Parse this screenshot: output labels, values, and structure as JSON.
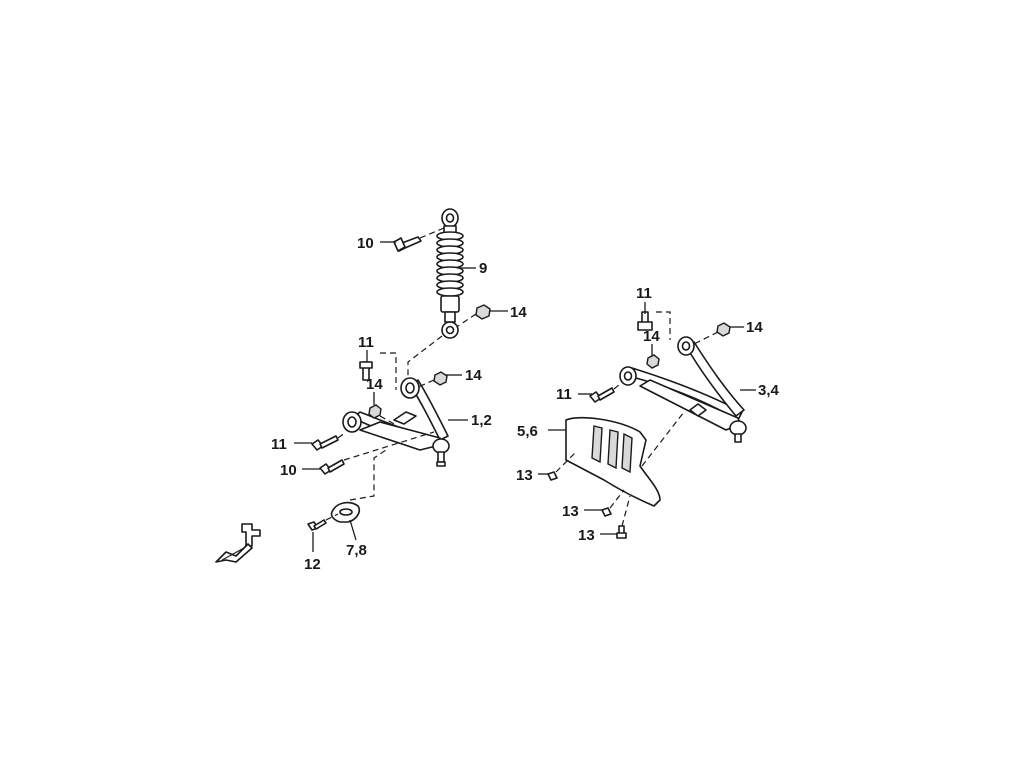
{
  "diagram": {
    "callouts": {
      "c1_2": "1,2",
      "c3_4": "3,4",
      "c5_6": "5,6",
      "c7_8": "7,8",
      "c9": "9",
      "c10a": "10",
      "c10b": "10",
      "c11a": "11",
      "c11b": "11",
      "c11c": "11",
      "c11d": "11",
      "c12": "12",
      "c13a": "13",
      "c13b": "13",
      "c13c": "13",
      "c14a": "14",
      "c14b": "14",
      "c14c": "14",
      "c14d": "14",
      "c14e": "14"
    },
    "icons": {
      "front_arrow": "front-direction-arrow-icon"
    },
    "colors": {
      "line": "#1a1a1a",
      "fill": "#ffffff",
      "shade": "#d9d9d9"
    }
  }
}
